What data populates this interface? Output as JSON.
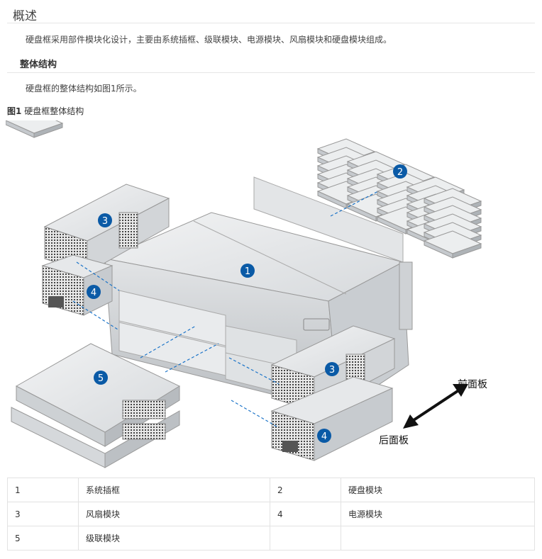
{
  "section": {
    "title": "概述",
    "intro": "硬盘框采用部件模块化设计，主要由系统插框、级联模块、电源模块、风扇模块和硬盘模块组成。"
  },
  "subsection": {
    "title": "整体结构",
    "text": "硬盘框的整体结构如图1所示。"
  },
  "figure": {
    "label": "图1",
    "caption": "硬盘框整体结构",
    "front_label": "前面板",
    "rear_label": "后面板",
    "callouts": [
      "1",
      "2",
      "3",
      "4",
      "5",
      "3",
      "4"
    ],
    "colors": {
      "callout": "#0a5aa6",
      "leader": "#1a73c8",
      "metal": "#d9dcdf"
    }
  },
  "legend": [
    {
      "num": "1",
      "name": "系统插框",
      "num2": "2",
      "name2": "硬盘模块"
    },
    {
      "num": "3",
      "name": "风扇模块",
      "num2": "4",
      "name2": "电源模块"
    },
    {
      "num": "5",
      "name": "级联模块",
      "num2": "",
      "name2": ""
    }
  ]
}
